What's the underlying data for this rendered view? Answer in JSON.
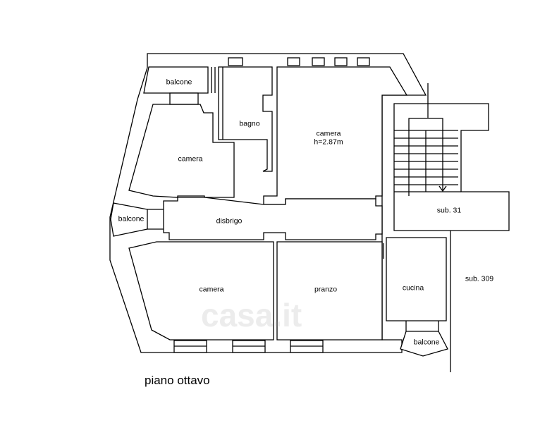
{
  "plan": {
    "title": "piano ottavo",
    "watermark": "casa.it",
    "rooms": {
      "balcone_top": "balcone",
      "bagno": "bagno",
      "camera_nw": "camera",
      "camera_ne": "camera",
      "camera_ne_height": "h=2.87m",
      "disbrigo": "disbrigo",
      "balcone_left": "balcone",
      "sub31": "sub. 31",
      "sub309": "sub. 309",
      "camera_sw": "camera",
      "pranzo": "pranzo",
      "cucina": "cucina",
      "balcone_bottom": "balcone"
    }
  }
}
